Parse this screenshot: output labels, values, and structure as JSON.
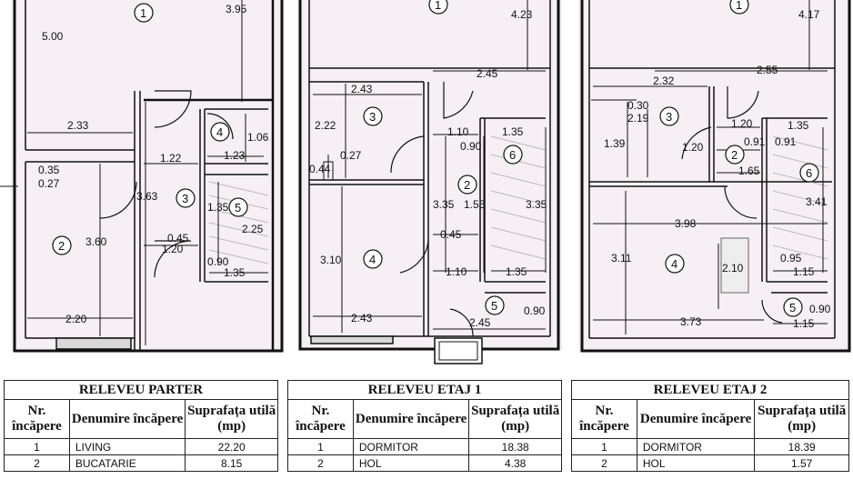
{
  "plans": {
    "parter": {
      "dims": [
        "5.00",
        "3.95",
        "2.33",
        "1.06",
        "1.23",
        "1.22",
        "0.35",
        "0.27",
        "3.63",
        "1.35",
        "2.25",
        "3.60",
        "0.45",
        "1.20",
        "0.90",
        "1.35",
        "2.20"
      ],
      "rooms": [
        "1",
        "4",
        "3",
        "5",
        "2"
      ]
    },
    "etaj1": {
      "dims": [
        "4.23",
        "2.45",
        "2.43",
        "2.22",
        "1.10",
        "1.35",
        "0.90",
        "0.27",
        "0.44",
        "3.35",
        "1.55",
        "3.35",
        "0.45",
        "3.10",
        "1.10",
        "1.35",
        "0.90",
        "2.43",
        "2.45"
      ],
      "rooms": [
        "1",
        "3",
        "6",
        "2",
        "4",
        "5"
      ]
    },
    "etaj2": {
      "dims": [
        "4.17",
        "2.55",
        "2.32",
        "0.30",
        "2.19",
        "1.39",
        "1.20",
        "1.35",
        "1.20",
        "0.91",
        "0.91",
        "1.65",
        "3.41",
        "3.98",
        "3.11",
        "2.10",
        "0.95",
        "1.15",
        "3.73",
        "0.90",
        "1.15"
      ],
      "rooms": [
        "1",
        "3",
        "2",
        "6",
        "4",
        "5"
      ]
    }
  },
  "tables": [
    {
      "title": "RELEVEU PARTER",
      "headers": [
        "Nr. încăpere",
        "Denumire încăpere",
        "Suprafața utilă (mp)"
      ],
      "rows": [
        [
          "1",
          "LIVING",
          "22.20"
        ],
        [
          "2",
          "BUCATARIE",
          "8.15"
        ]
      ]
    },
    {
      "title": "RELEVEU ETAJ 1",
      "headers": [
        "Nr. încăpere",
        "Denumire încăpere",
        "Suprafața utilă (mp)"
      ],
      "rows": [
        [
          "1",
          "DORMITOR",
          "18.38"
        ],
        [
          "2",
          "HOL",
          "4.38"
        ]
      ]
    },
    {
      "title": "RELEVEU ETAJ 2",
      "headers": [
        "Nr. încăpere",
        "Denumire încăpere",
        "Suprafața utilă (mp)"
      ],
      "rows": [
        [
          "1",
          "DORMITOR",
          "18.39"
        ],
        [
          "2",
          "HOL",
          "1.57"
        ]
      ]
    }
  ]
}
